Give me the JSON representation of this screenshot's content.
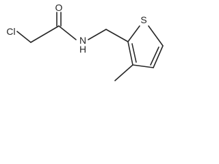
{
  "molecule": {
    "atoms": {
      "chlorine": "Cl",
      "oxygen": "O",
      "nitrogen": "N",
      "hydrogen": "H",
      "sulfur": "S"
    },
    "line_color": "#262626",
    "background_color": "#ffffff"
  }
}
